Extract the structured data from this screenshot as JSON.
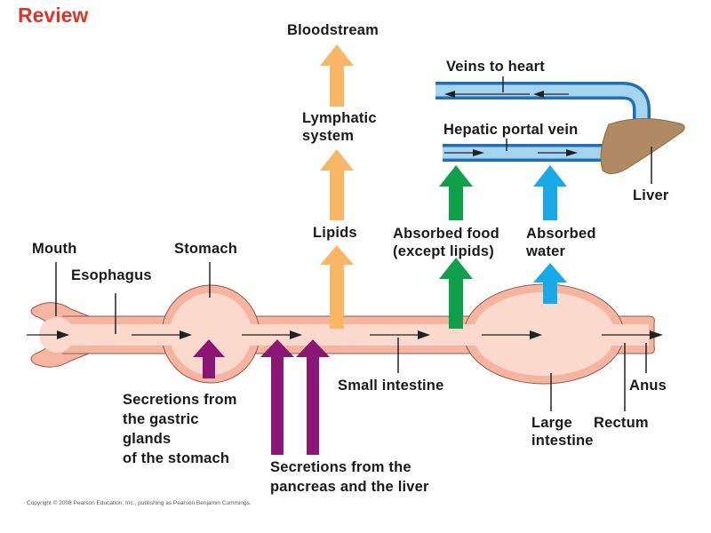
{
  "title": "Review",
  "labels": {
    "bloodstream": "Bloodstream",
    "veins_to_heart": "Veins to heart",
    "lymphatic_1": "Lymphatic",
    "lymphatic_2": "system",
    "hepatic_portal_vein": "Hepatic portal vein",
    "liver": "Liver",
    "lipids": "Lipids",
    "absorbed_food_1": "Absorbed food",
    "absorbed_food_2": "(except lipids)",
    "absorbed_water_1": "Absorbed",
    "absorbed_water_2": "water",
    "mouth": "Mouth",
    "esophagus": "Esophagus",
    "stomach": "Stomach",
    "gastric_1": "Secretions from",
    "gastric_2": "the gastric",
    "gastric_3": "glands",
    "gastric_4": "of the stomach",
    "small_intestine": "Small intestine",
    "anus": "Anus",
    "large_intestine_1": "Large",
    "large_intestine_2": "intestine",
    "rectum": "Rectum",
    "pancreas_1": "Secretions from the",
    "pancreas_2": "pancreas and the liver"
  },
  "copyright": "Copyright © 2008 Pearson Education, Inc., publishing as Pearson Benjamin Cummings.",
  "colors": {
    "title": "#d9352b",
    "lipid_arrow": "#f9b664",
    "food_arrow": "#0ea04b",
    "water_arrow": "#1aa9e8",
    "secretion_arrow": "#8a1675",
    "tract_outer": "#f6b5a0",
    "tract_inner": "#fbd9cc",
    "vein_fill": "#a6d4ee",
    "vein_border": "#1e6fb5",
    "liver": "#b08a62"
  }
}
